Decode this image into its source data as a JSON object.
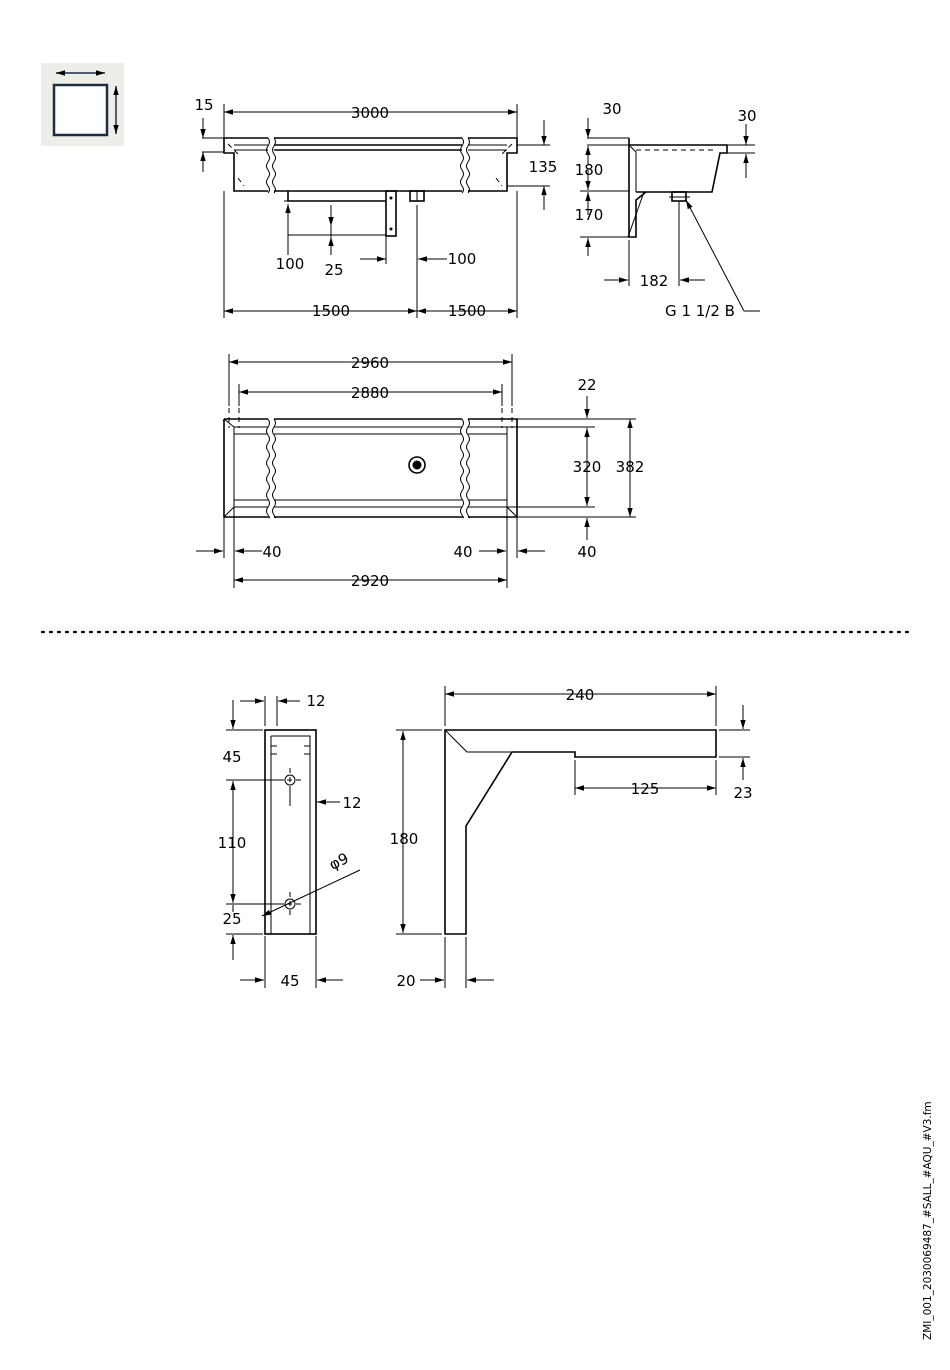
{
  "icon": "dimension-frame-icon",
  "document_code": "ZMI_001_2030069487_#SALL_#AQU_#V3.fm",
  "front_view": {
    "total_width": "3000",
    "top_rim": "15",
    "front_height": "135",
    "mount_offset": "100",
    "mount_width": "25",
    "drain_offset": "100",
    "half_left": "1500",
    "half_right": "1500"
  },
  "side_view": {
    "top_left": "30",
    "top_right": "30",
    "height_upper": "180",
    "height_lower": "170",
    "drain_depth": "182",
    "thread": "G 1 1/2 B"
  },
  "top_view": {
    "outer_width": "2960",
    "inner_width": "2880",
    "rim": "22",
    "inner_depth": "320",
    "outer_depth": "382",
    "left_edge": "40",
    "right_edge": "40",
    "front_edge": "40",
    "base_width": "2920"
  },
  "bracket_front": {
    "top_gap": "12",
    "top_offset": "45",
    "side_offset": "12",
    "hole_spacing": "110",
    "bottom_offset": "25",
    "hole_diameter": "φ9",
    "width": "45"
  },
  "bracket_side": {
    "length": "240",
    "arm_thickness": "23",
    "arm_inset": "125",
    "height": "180",
    "leg_width": "20"
  }
}
